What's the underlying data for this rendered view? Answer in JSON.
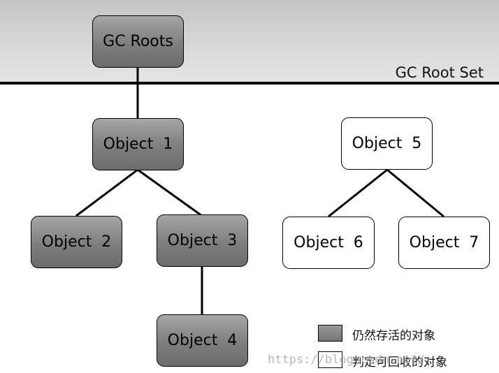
{
  "band": {
    "label": "GC Root Set"
  },
  "nodes": {
    "gc_roots": "GC Roots",
    "obj1": "Object  1",
    "obj2": "Object  2",
    "obj3": "Object  3",
    "obj4": "Object  4",
    "obj5": "Object  5",
    "obj6": "Object  6",
    "obj7": "Object  7"
  },
  "legend": {
    "alive_label": "仍然存活的对象",
    "collectable_label": "判定可回收的对象"
  },
  "watermark": "https://blog.csdn.net/",
  "colors": {
    "alive_fill": "#7e7e7e",
    "collectable_fill": "#ffffff",
    "band_fill": "#d4d4d4"
  }
}
